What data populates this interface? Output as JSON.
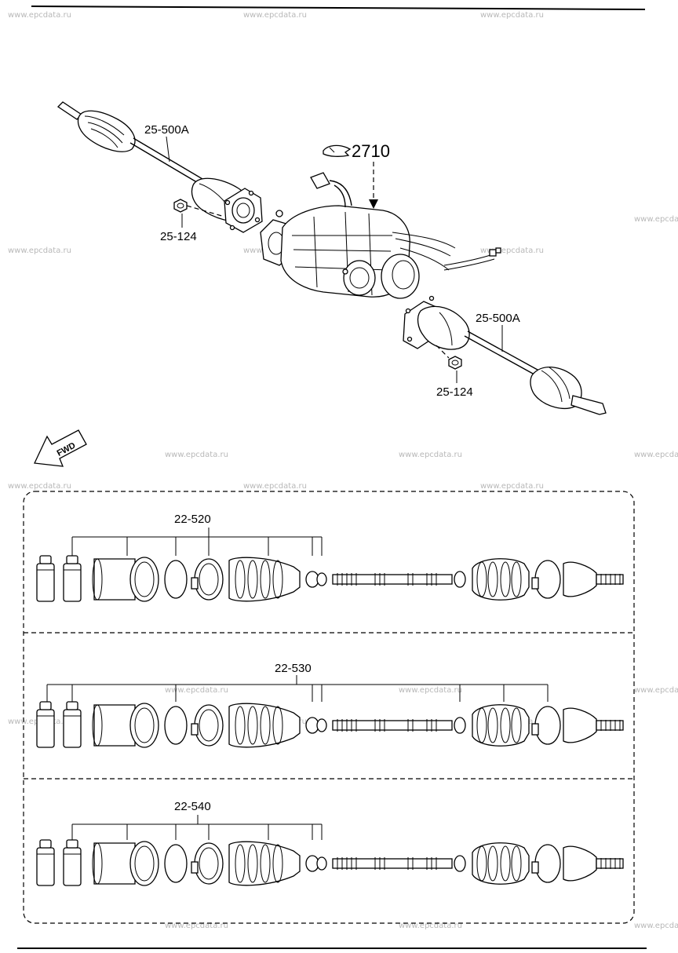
{
  "watermark_text": "www.epcdata.ru",
  "assembly": {
    "ref_number": "2710",
    "shaft_label_upper": "25-500A",
    "shaft_label_lower": "25-500A",
    "nut_label_upper": "25-124",
    "nut_label_lower": "25-124",
    "direction_label": "FWD"
  },
  "kits": [
    {
      "label": "22-520"
    },
    {
      "label": "22-530"
    },
    {
      "label": "22-540"
    }
  ]
}
